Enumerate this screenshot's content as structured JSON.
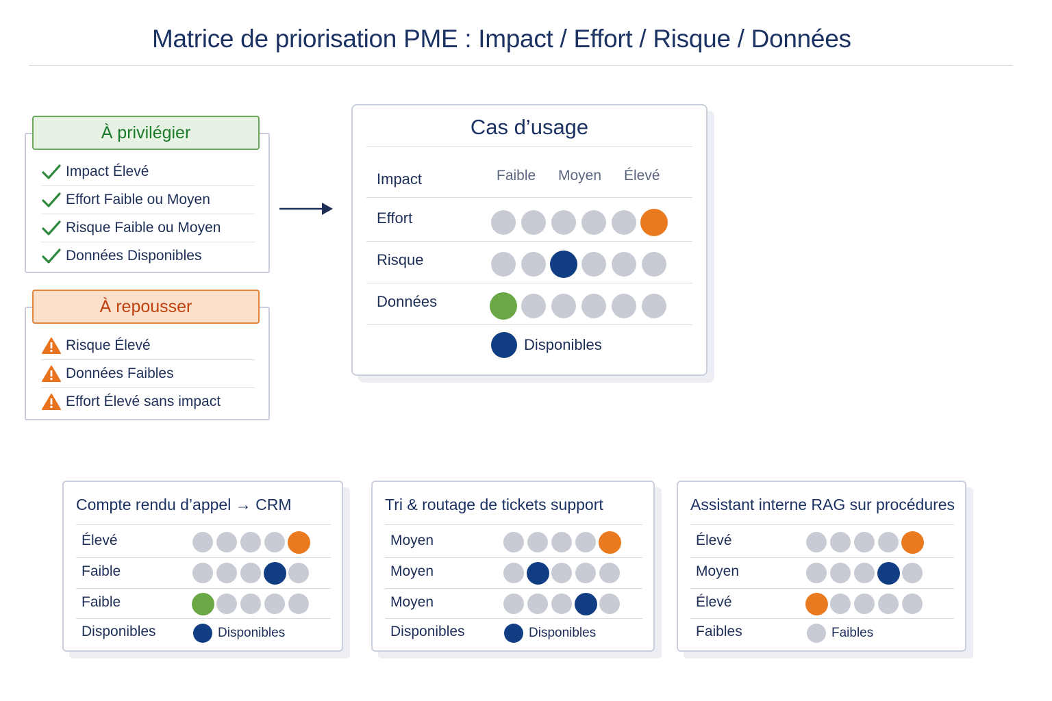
{
  "title": "Matrice de priorisation PME : Impact / Effort / Risque / Données",
  "colors": {
    "gray": "#c8cbd4",
    "orange": "#ea7a1f",
    "navy": "#113e82",
    "green": "#6aa846",
    "title_text": "#1b3263"
  },
  "favor": {
    "title": "À privilégier",
    "icon": "check-icon",
    "items": [
      "Impact Élevé",
      "Effort Faible ou Moyen",
      "Risque Faible ou Moyen",
      "Données Disponibles"
    ]
  },
  "reject": {
    "title": "À repousser",
    "icon": "warning-icon",
    "items": [
      "Risque Élevé",
      "Données Faibles",
      "Effort Élevé sans impact"
    ]
  },
  "main": {
    "title": "Cas d’usage",
    "header_label": "Impact",
    "scale": [
      "Faible",
      "Moyen",
      "Élevé"
    ],
    "rows": [
      {
        "label": "Effort",
        "dots": [
          "gray",
          "gray",
          "gray",
          "gray",
          "gray",
          "orange"
        ]
      },
      {
        "label": "Risque",
        "dots": [
          "gray",
          "gray",
          "navy",
          "gray",
          "gray",
          "gray"
        ]
      },
      {
        "label": "Données",
        "dots": [
          "green",
          "gray",
          "gray",
          "gray",
          "gray",
          "gray"
        ]
      }
    ],
    "legend": {
      "color": "navy",
      "label": "Disponibles"
    }
  },
  "use_cases": [
    {
      "title": "Compte rendu d’appel → CRM",
      "rows": [
        {
          "label": "Élevé",
          "dots": [
            "gray",
            "gray",
            "gray",
            "gray",
            "orange"
          ]
        },
        {
          "label": "Faible",
          "dots": [
            "gray",
            "gray",
            "gray",
            "navy",
            "gray"
          ]
        },
        {
          "label": "Faible",
          "dots": [
            "green",
            "gray",
            "gray",
            "gray",
            "gray"
          ]
        }
      ],
      "footer": {
        "label": "Disponibles",
        "dot": "navy",
        "dot_label": "Disponibles"
      }
    },
    {
      "title": "Tri & routage de tickets support",
      "rows": [
        {
          "label": "Moyen",
          "dots": [
            "gray",
            "gray",
            "gray",
            "gray",
            "orange"
          ]
        },
        {
          "label": "Moyen",
          "dots": [
            "gray",
            "navy",
            "gray",
            "gray",
            "gray"
          ]
        },
        {
          "label": "Moyen",
          "dots": [
            "gray",
            "gray",
            "gray",
            "navy",
            "gray"
          ]
        }
      ],
      "footer": {
        "label": "Disponibles",
        "dot": "navy",
        "dot_label": "Disponibles"
      }
    },
    {
      "title": "Assistant interne RAG sur procédures",
      "rows": [
        {
          "label": "Élevé",
          "dots": [
            "gray",
            "gray",
            "gray",
            "gray",
            "orange"
          ]
        },
        {
          "label": "Moyen",
          "dots": [
            "gray",
            "gray",
            "gray",
            "navy",
            "gray"
          ]
        },
        {
          "label": "Élevé",
          "dots": [
            "orange",
            "gray",
            "gray",
            "gray",
            "gray"
          ]
        }
      ],
      "footer": {
        "label": "Faibles",
        "dot": "gray",
        "dot_label": "Faibles"
      }
    }
  ]
}
